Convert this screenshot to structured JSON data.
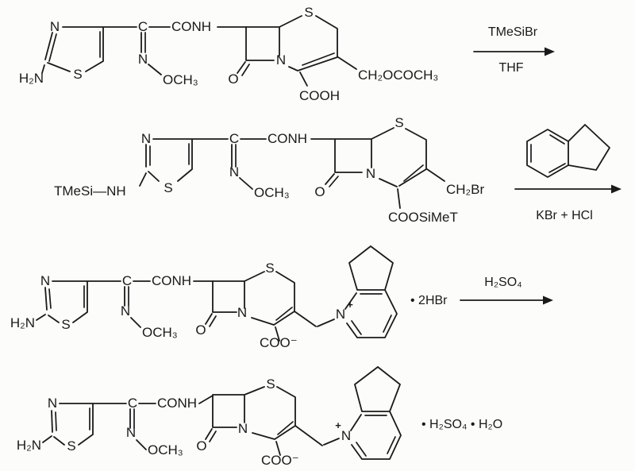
{
  "colors": {
    "background": "#fcfcfb",
    "ink": "#1a1a1a"
  },
  "step1": {
    "reactant": {
      "amine": "H₂N",
      "thiazole_n": "N",
      "thiazole_s": "S",
      "oxime_c": "C",
      "oxime_n": "N",
      "methoxy": "OCH₃",
      "amide": "CONH",
      "core_s": "S",
      "core_n": "N",
      "lactam_o": "O",
      "carboxyl": "COOH",
      "c3_substituent": "CH₂OCOCH₃"
    },
    "arrow": {
      "reagent_above": "TMeSiBr",
      "solvent_below": "THF"
    }
  },
  "step2": {
    "intermediate": {
      "silylamine": "TMeSi—NH",
      "thiazole_n": "N",
      "thiazole_s": "S",
      "oxime_c": "C",
      "oxime_n": "N",
      "methoxy": "OCH₃",
      "amide": "CONH",
      "core_s": "S",
      "core_n": "N",
      "lactam_o": "O",
      "c3_substituent": "CH₂Br",
      "ester": "COOSiMeT"
    },
    "arrow": {
      "reagents_below": "KBr + HCl"
    }
  },
  "step3": {
    "intermediate": {
      "amine": "H₂N",
      "thiazole_n": "N",
      "thiazole_s": "S",
      "oxime_c": "C",
      "oxime_n": "N",
      "methoxy": "OCH₃",
      "amide": "CONH",
      "core_s": "S",
      "core_n": "N",
      "lactam_o": "O",
      "carboxylate": "COO⁻",
      "pyridinium_n": "N",
      "pyridinium_charge": "+",
      "salt": "• 2HBr"
    },
    "arrow": {
      "reagent_above": "H₂SO₄"
    }
  },
  "step4": {
    "product": {
      "amine": "H₂N",
      "thiazole_n": "N",
      "thiazole_s": "S",
      "oxime_c": "C",
      "oxime_n": "N",
      "methoxy": "OCH₃",
      "amide": "CONH",
      "core_s": "S",
      "core_n": "N",
      "lactam_o": "O",
      "carboxylate": "COO⁻",
      "pyridinium_n": "N",
      "pyridinium_charge": "+",
      "salt": "• H₂SO₄ • H₂O"
    }
  }
}
